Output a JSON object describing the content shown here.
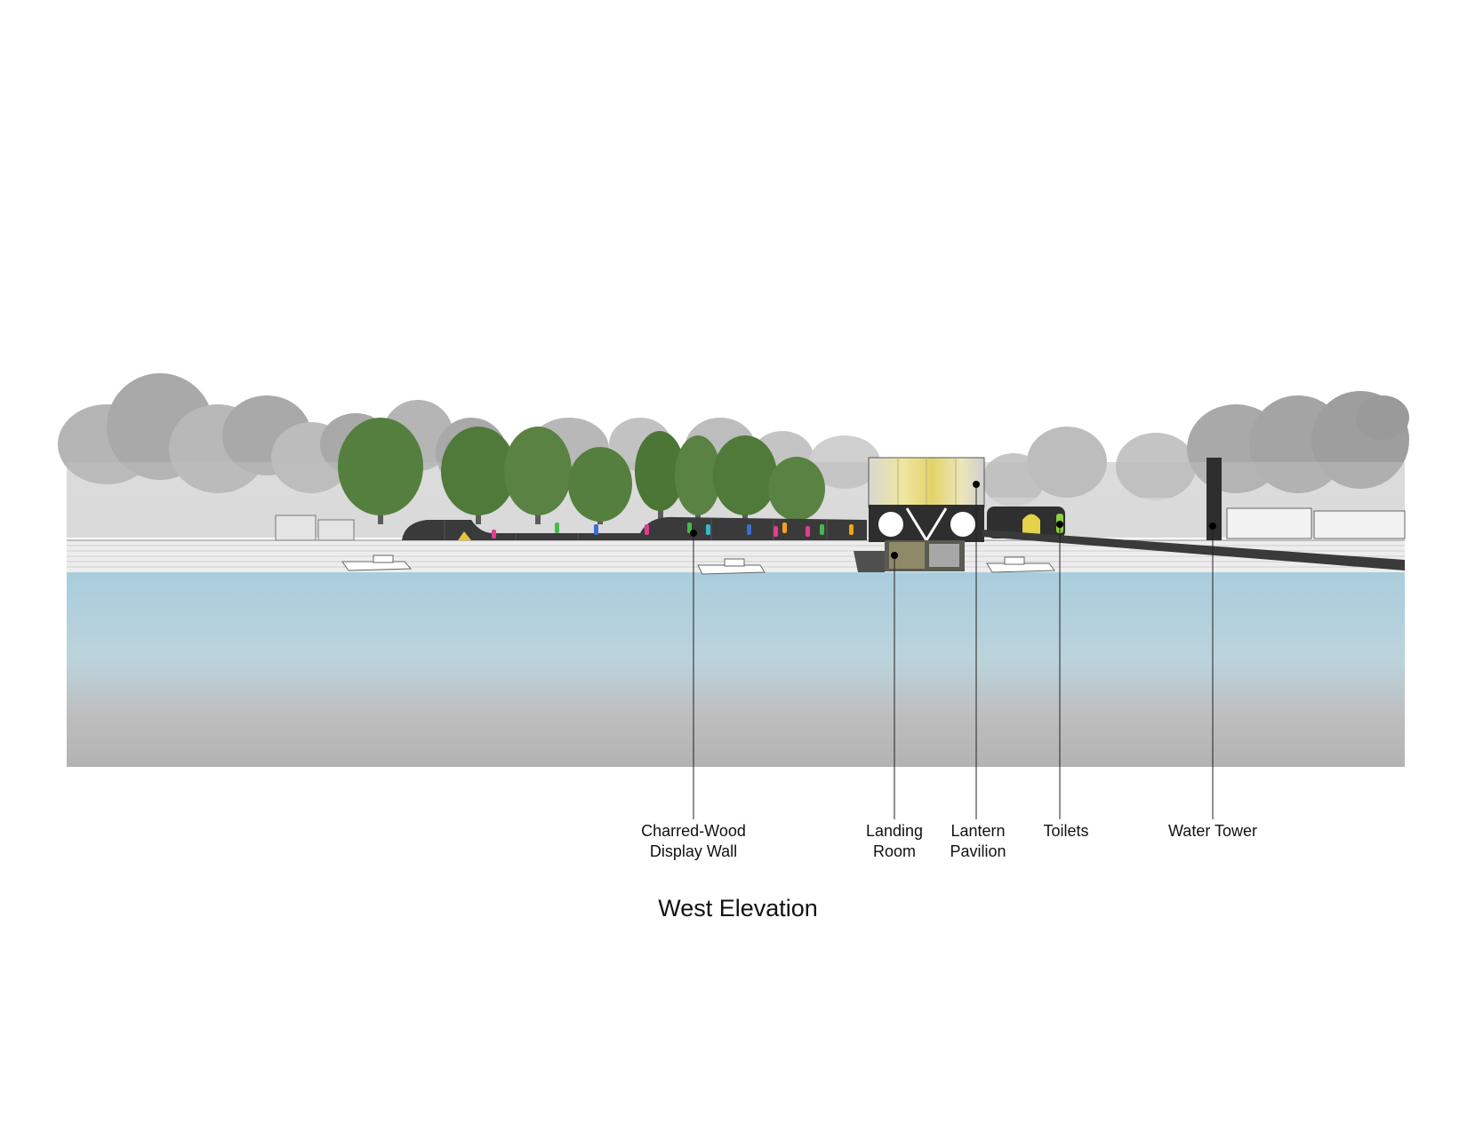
{
  "title": "West Elevation",
  "callouts": [
    {
      "id": "charred-wood-display-wall",
      "lines": [
        "Charred-Wood",
        "Display Wall"
      ]
    },
    {
      "id": "landing-room",
      "lines": [
        "Landing",
        "Room"
      ]
    },
    {
      "id": "lantern-pavilion",
      "lines": [
        "Lantern",
        "Pavilion"
      ]
    },
    {
      "id": "toilets",
      "lines": [
        "Toilets"
      ]
    },
    {
      "id": "water-tower",
      "lines": [
        "Water Tower"
      ]
    }
  ],
  "colors": {
    "water_top": "#a9cddd",
    "water_bottom": "#b3b3b3",
    "ground": "#eeeeee",
    "trees_background": "#a6a6a6",
    "trees_foreground": "#4f7a3a",
    "wall": "#3a3a3a",
    "lantern_glow": "#e8dc8a",
    "toilets_accent": "#8ccf3f",
    "leader_line": "#222222"
  }
}
